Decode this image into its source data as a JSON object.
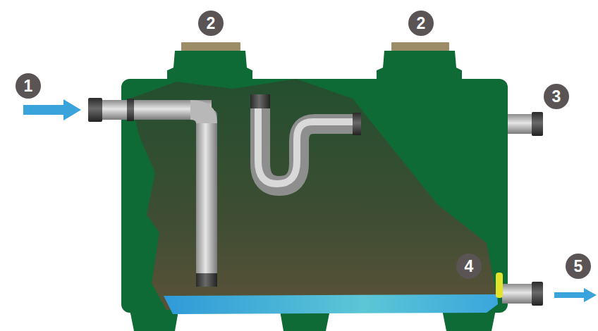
{
  "diagram": {
    "labels": [
      "1",
      "2",
      "2",
      "3",
      "4",
      "5"
    ]
  }
}
